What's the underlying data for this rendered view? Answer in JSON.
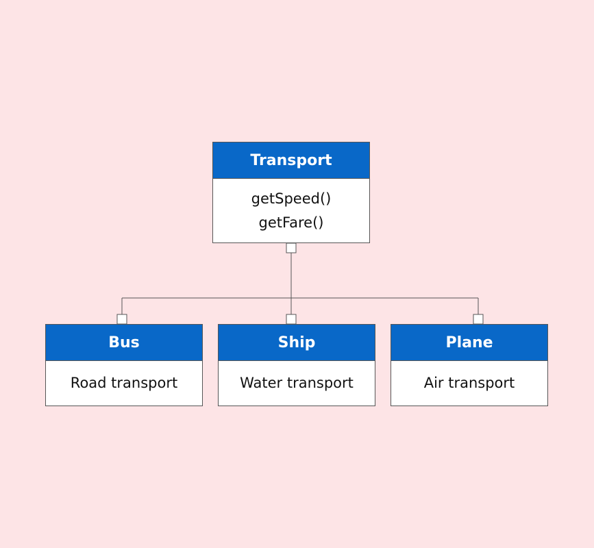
{
  "colors": {
    "background": "#fde4e6",
    "header": "#0968c8",
    "header_text": "#ffffff",
    "border": "#555555",
    "body": "#ffffff"
  },
  "parent": {
    "name": "Transport",
    "methods": [
      "getSpeed()",
      "getFare()"
    ]
  },
  "children": [
    {
      "name": "Bus",
      "description": "Road transport"
    },
    {
      "name": "Ship",
      "description": "Water transport"
    },
    {
      "name": "Plane",
      "description": "Air transport"
    }
  ]
}
